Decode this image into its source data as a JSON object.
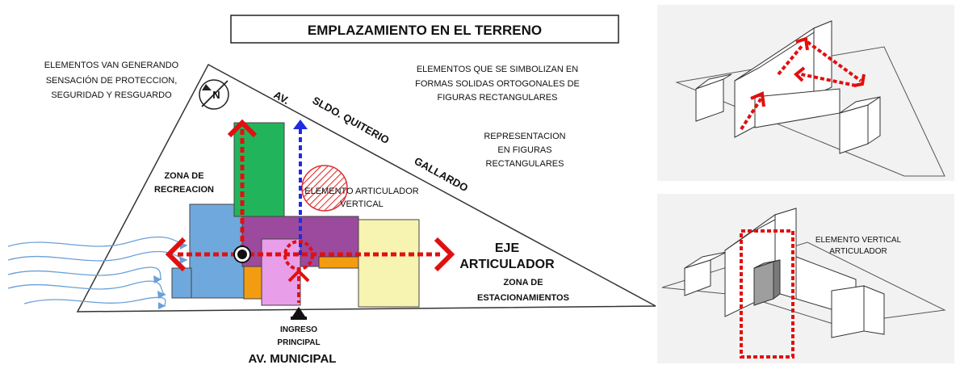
{
  "title": "EMPLAZAMIENTO EN EL TERRENO",
  "notes": {
    "proteccion": [
      "ELEMENTOS VAN GENERANDO",
      "SENSACIÓN DE PROTECCION,",
      "SEGURIDAD Y RESGUARDO"
    ],
    "formas": [
      "ELEMENTOS QUE SE SIMBOLIZAN EN",
      "FORMAS SOLIDAS ORTOGONALES DE",
      "FIGURAS RECTANGULARES"
    ],
    "representacion": [
      "REPRESENTACION",
      "EN FIGURAS",
      "RECTANGULARES"
    ]
  },
  "avenue_diagonal": [
    "AV.",
    "SLDO. QUITERIO",
    "GALLARDO"
  ],
  "avenue_bottom": "AV. MUNICIPAL",
  "zones": {
    "recreacion": [
      "ZONA DE",
      "RECREACION"
    ],
    "estacionamientos": [
      "ZONA DE",
      "ESTACIONAMIENTOS"
    ]
  },
  "articulator_label": [
    "ELEMENTO  ARTICULADOR",
    "VERTICAL"
  ],
  "axis_label": [
    "EJE",
    "ARTICULADOR"
  ],
  "entrance_label": [
    "INGRESO",
    "PRINCIPAL"
  ],
  "north_symbol": "N",
  "vertical_element_label": [
    "ELEMENTO VERTICAL",
    "ARTICULADOR"
  ],
  "colors": {
    "green": "#22b45a",
    "purple": "#9b4a9d",
    "blue_block": "#6fa8dc",
    "orange": "#f39c12",
    "pink": "#e89ee8",
    "yellow": "#f7f3b0",
    "arrow_red": "#e01010",
    "arrow_blue": "#1f2be0",
    "wind": "#6aa0d8"
  }
}
